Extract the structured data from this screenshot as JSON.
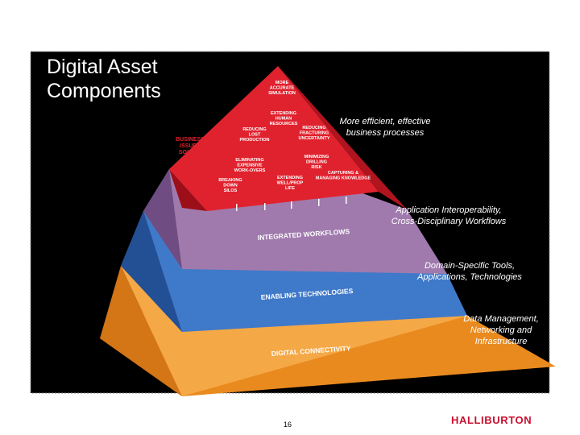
{
  "slide": {
    "title": "Digital Asset Components",
    "page_number": "16",
    "logo_text": "HALLIBURTON"
  },
  "pyramid": {
    "top": {
      "side_label": "BUSINESS ISSUES SOLVED",
      "items": [
        "MORE ACCURATE SIMULATION",
        "EXTENDING HUMAN RESOURCES",
        "REDUCING LOST PRODUCTION",
        "REDUCING FRACTURING UNCERTAINTY",
        "ELIMINATING EXPENSIVE WORK-OVERS",
        "MINIMIZING DRILLING RISK",
        "BREAKING DOWN SILOS",
        "EXTENDING WELL/PROP LIFE",
        "CAPTURING & MANAGING KNOWLEDGE"
      ],
      "callout": "More efficient, effective business processes",
      "color": "#d81e2c"
    },
    "tiers": [
      {
        "label": "INTEGRATED WORKFLOWS",
        "callout": "Application Interoperability, Cross-Disciplinary Workflows",
        "color": "#9a6fa8"
      },
      {
        "label": "ENABLING TECHNOLOGIES",
        "callout": "Domain-Specific Tools, Applications, Technologies",
        "color": "#3a6fc0"
      },
      {
        "label": "DIGITAL CONNECTIVITY",
        "callout": "Data Management, Networking and Infrastructure",
        "color": "#f3a33a"
      }
    ]
  }
}
